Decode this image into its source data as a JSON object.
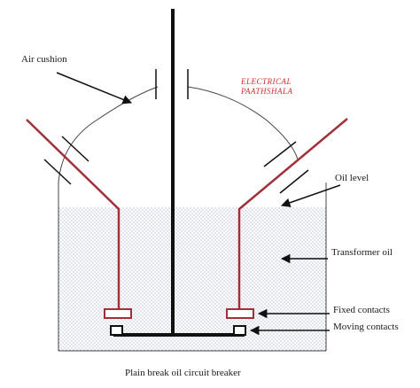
{
  "watermark": {
    "line1": "ELECTRICAL",
    "line2": "PAATHSHALA"
  },
  "labels": {
    "air_cushion": "Air cushion",
    "oil_level": "Oil level",
    "transformer_oil": "Transformer oil",
    "fixed_contacts": "Fixed contacts",
    "moving_contacts": "Moving contacts"
  },
  "caption": "Plain break oil circuit breaker",
  "colors": {
    "conductor": "#a0303a",
    "rod": "#111111",
    "oil_dots": "#6a6fb8",
    "watermark": "#d62b2b",
    "outline": "#444444"
  }
}
